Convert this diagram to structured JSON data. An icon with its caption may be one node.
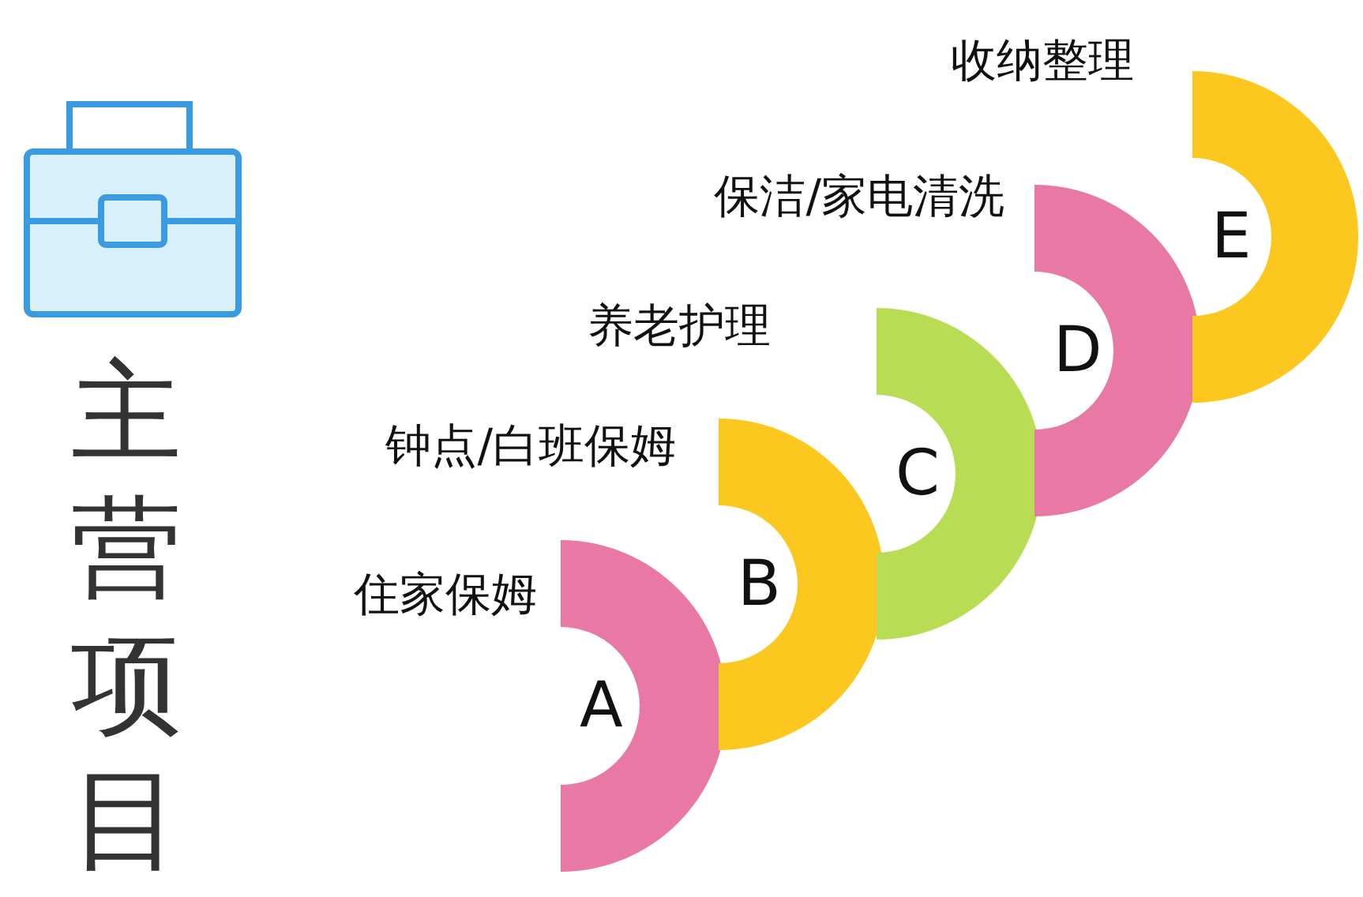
{
  "diagram": {
    "title": "主营项目",
    "nodes": [
      {
        "text": [
          "A"
        ],
        "beside": [
          "住家保姆"
        ]
      },
      {
        "text": [
          "B"
        ],
        "beside": [
          "钟点/白班保姆"
        ]
      },
      {
        "text": [
          "C"
        ],
        "beside": [
          "养老护理"
        ]
      },
      {
        "text": [
          "D"
        ],
        "beside": [
          "保洁/家电清洗"
        ]
      },
      {
        "text": [
          "E"
        ],
        "beside": [
          "收纳整理"
        ]
      }
    ]
  }
}
